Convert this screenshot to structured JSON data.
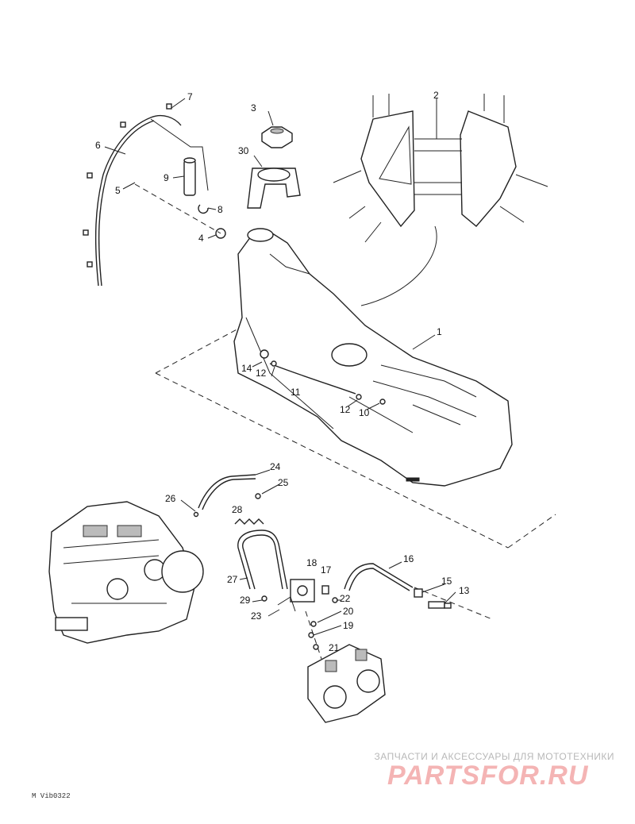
{
  "callouts": {
    "c1": "1",
    "c2": "2",
    "c3": "3",
    "c4": "4",
    "c5": "5",
    "c6": "6",
    "c7": "7",
    "c8": "8",
    "c9": "9",
    "c10": "10",
    "c11": "11",
    "c12a": "12",
    "c12b": "12",
    "c13": "13",
    "c14": "14",
    "c15": "15",
    "c16": "16",
    "c17": "17",
    "c18": "18",
    "c19": "19",
    "c20": "20",
    "c21": "21",
    "c22": "22",
    "c23": "23",
    "c24": "24",
    "c25": "25",
    "c26": "26",
    "c27": "27",
    "c28": "28",
    "c29": "29",
    "c30": "30"
  },
  "watermark": {
    "tagline": "ЗАПЧАСТИ И АКСЕССУАРЫ ДЛЯ МОТОТЕХНИКИ",
    "brand": "PARTSFOR.RU"
  },
  "figure_code": "M Vib0322"
}
